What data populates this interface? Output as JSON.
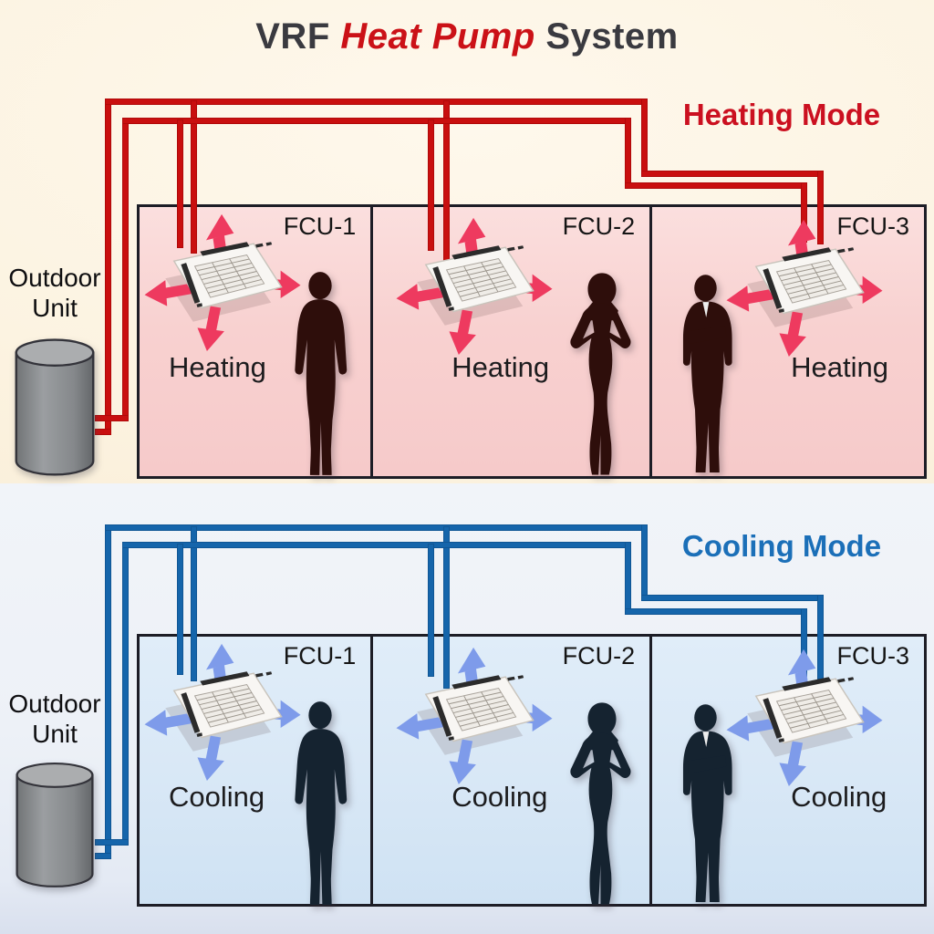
{
  "title": {
    "prefix": "VRF ",
    "highlight": "Heat Pump",
    "suffix": " System"
  },
  "colors": {
    "title_dark": "#3a3a40",
    "title_red": "#cb1117",
    "heating_accent": "#cb1020",
    "cooling_accent": "#1b6fb8",
    "heating_pipe": "#c90f0f",
    "cooling_pipe": "#1565ab",
    "heating_room_bg": "#f8d1d0",
    "cooling_room_bg": "#d9e8f6",
    "heating_section_bg": "#fcf3e1",
    "cooling_section_bg": "#edf1f7",
    "heating_silhouette": "#2e0e0b",
    "cooling_silhouette": "#152330",
    "outdoor_unit_gray": "#8d9093"
  },
  "sections": [
    {
      "id": "heating",
      "mode_label": "Heating Mode",
      "outdoor_unit_label": "Outdoor Unit",
      "rooms": [
        {
          "fcu_label": "FCU-1",
          "mode_text": "Heating",
          "occupant": "man-standing"
        },
        {
          "fcu_label": "FCU-2",
          "mode_text": "Heating",
          "occupant": "woman-hands-on-hips"
        },
        {
          "fcu_label": "FCU-3",
          "mode_text": "Heating",
          "occupant": "man-arms-crossed"
        }
      ]
    },
    {
      "id": "cooling",
      "mode_label": "Cooling Mode",
      "outdoor_unit_label": "Outdoor Unit",
      "rooms": [
        {
          "fcu_label": "FCU-1",
          "mode_text": "Cooling",
          "occupant": "man-standing"
        },
        {
          "fcu_label": "FCU-2",
          "mode_text": "Cooling",
          "occupant": "woman-hands-on-hips"
        },
        {
          "fcu_label": "FCU-3",
          "mode_text": "Cooling",
          "occupant": "man-arms-crossed"
        }
      ]
    }
  ]
}
